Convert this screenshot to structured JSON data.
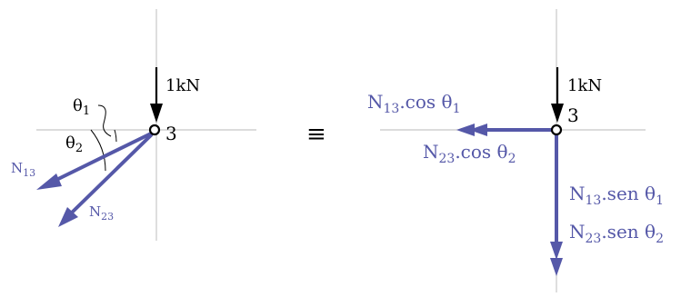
{
  "colors": {
    "member_force": "#5558a8",
    "load": "#000000",
    "axis": "#c8c8c8"
  },
  "left": {
    "load": "1kN",
    "node": "3",
    "theta1": {
      "base": "θ",
      "sub": "1"
    },
    "theta2": {
      "base": "θ",
      "sub": "2"
    },
    "n13": {
      "base": "N",
      "sub": "13"
    },
    "n23": {
      "base": "N",
      "sub": "23"
    }
  },
  "equivalence": "≡",
  "right": {
    "load": "1kN",
    "node": "3",
    "n13_cos": {
      "base": "N",
      "sub": "13",
      "rest": ".cos θ",
      "sub2": "1"
    },
    "n23_cos": {
      "base": "N",
      "sub": "23",
      "rest": ".cos θ",
      "sub2": "2"
    },
    "n13_sen": {
      "base": "N",
      "sub": "13",
      "rest": ".sen θ",
      "sub2": "1"
    },
    "n23_sen": {
      "base": "N",
      "sub": "23",
      "rest": ".sen θ",
      "sub2": "2"
    }
  }
}
